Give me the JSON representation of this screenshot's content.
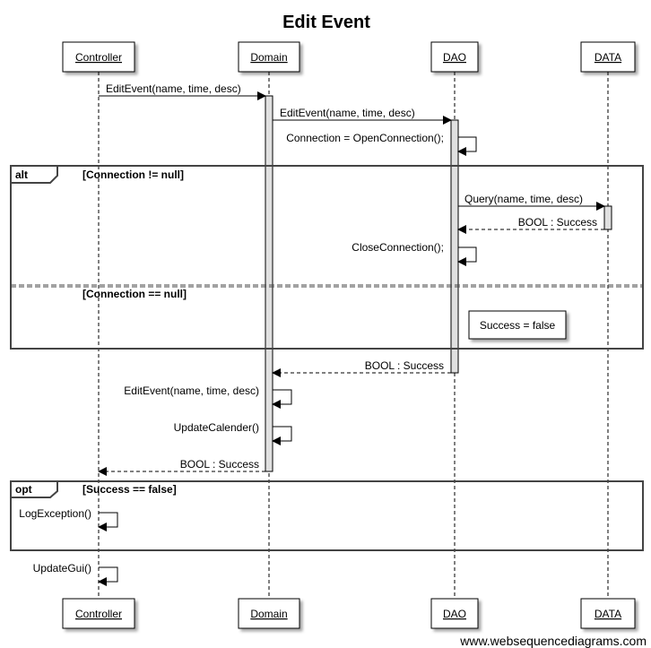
{
  "title": "Edit Event",
  "participants": [
    "Controller",
    "Domain",
    "DAO",
    "DATA"
  ],
  "messages": [
    "EditEvent(name, time, desc)",
    "EditEvent(name, time, desc)",
    "Connection = OpenConnection();",
    "Query(name, time, desc)",
    "BOOL : Success",
    "CloseConnection();",
    "BOOL : Success",
    "EditEvent(name, time, desc)",
    "UpdateCalender()",
    "BOOL : Success",
    "LogException()",
    "UpdateGui()"
  ],
  "fragments": {
    "alt": {
      "tag": "alt",
      "condition_1": "[Connection != null]",
      "condition_2": "[Connection == null]"
    },
    "opt": {
      "tag": "opt",
      "condition": "[Success == false]"
    }
  },
  "note": "Success = false",
  "watermark": "www.websequencediagrams.com"
}
